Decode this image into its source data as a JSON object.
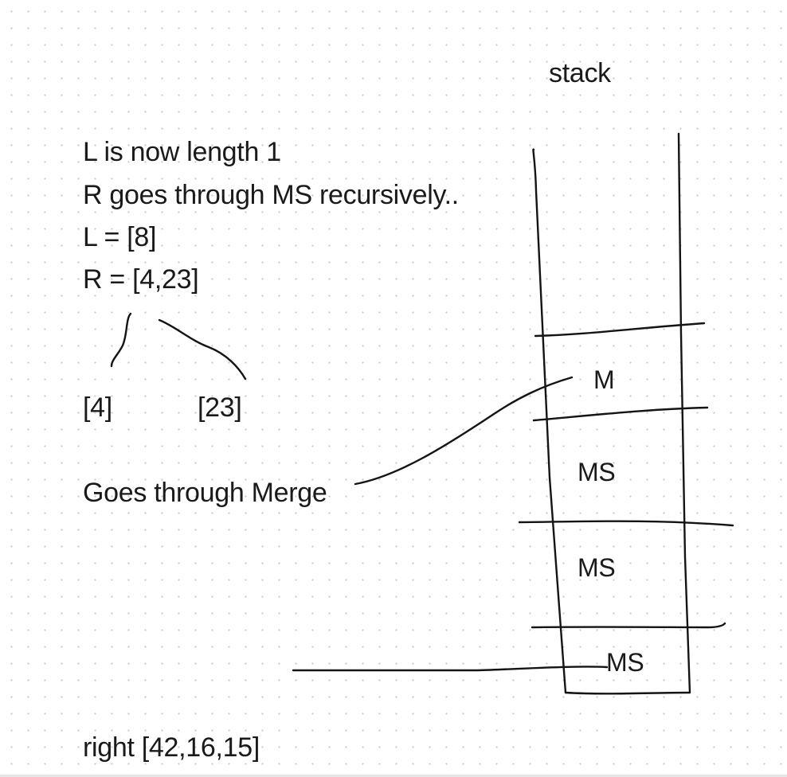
{
  "notes": {
    "line1": "L is now length 1",
    "line2": "R goes through MS recursively..",
    "line3": "L = [8]",
    "line4": "R = [4,23]",
    "split_left": "[4]",
    "split_right": "[23]",
    "merge_note": "Goes through Merge",
    "right_note": "right [42,16,15]"
  },
  "stack": {
    "title": "stack",
    "frames": [
      "M",
      "MS",
      "MS",
      "MS"
    ]
  },
  "colors": {
    "ink": "#141414",
    "background": "#ffffff",
    "dot_grid": "#c9c9cc"
  }
}
